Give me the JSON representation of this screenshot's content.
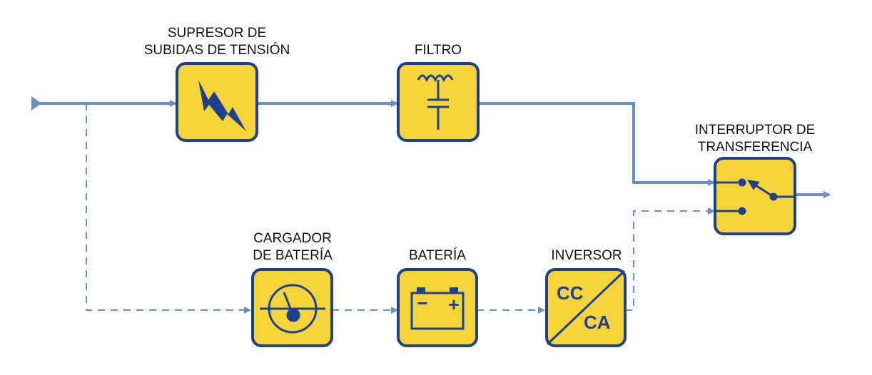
{
  "colors": {
    "line": "#6b8fc3",
    "box_fill": "#f5d53a",
    "box_stroke": "#1f3f8f",
    "icon": "#1f3f8f",
    "text": "#111111"
  },
  "blocks": {
    "surge": {
      "label_line1": "SUPRESOR DE",
      "label_line2": "SUBIDAS DE TENSIÓN",
      "icon": "lightning-bolt-icon"
    },
    "filter": {
      "label": "FILTRO",
      "icon": "inductor-capacitor-icon"
    },
    "transfer": {
      "label_line1": "INTERRUPTOR DE",
      "label_line2": "TRANSFERENCIA",
      "icon": "switch-icon"
    },
    "charger": {
      "label_line1": "CARGADOR",
      "label_line2": "DE BATERÍA",
      "icon": "gauge-icon"
    },
    "battery": {
      "label": "BATERÍA",
      "icon": "battery-icon",
      "minus": "−",
      "plus": "+"
    },
    "inverter": {
      "label": "INVERSOR",
      "icon": "dc-ac-icon",
      "dc_text": "CC",
      "ac_text": "CA"
    }
  }
}
